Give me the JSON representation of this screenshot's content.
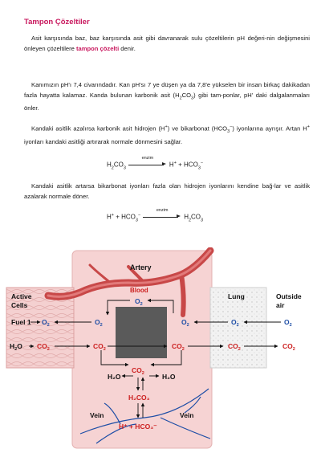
{
  "title": "Tampon Çözeltiler",
  "p1": {
    "text_before": "Asit karşısında baz, baz karşısında asit gibi davranarak sulu çözeltilerin pH değeri-nin değişmesini önleyen çözeltilere ",
    "highlight": "tampon çözelti",
    "text_after": " denir."
  },
  "p2": {
    "part1": "Kanımızın pH'ı 7,4 civarındadır. Kan pH'sı 7 ye düşen ya da 7,8'e yükselen bir insan birkaç dakikadan fazla hayatta kalamaz. Kanda bulunan karbonik asit (H",
    "sub1": "2",
    "part2": "CO",
    "sub2": "3",
    "part3": ") gibi tam-ponlar, pH' daki dalgalanmaları önler."
  },
  "p3": {
    "part1": "Kandaki asitlik azalırsa karbonik asit hidrojen (H",
    "sup1": "+",
    "part2": ") ve bikarbonat (HCO",
    "sub1": "3",
    "sup2": "−",
    "part3": ") iyonlarına ayrışır. Artan H",
    "sup3": "+",
    "part4": " iyonları kandaki asitliği artırarak normale dönmesini sağlar."
  },
  "eq1": {
    "left": "H",
    "left_sub": "2",
    "left_tail": "CO",
    "left_sub2": "3",
    "enzyme": "enzim",
    "right_h": "H",
    "right_h_sup": "+",
    "right_plus": " + HCO",
    "right_sub": "3",
    "right_sup": "−"
  },
  "p4": {
    "text": "Kandaki asitlik artarsa bikarbonat iyonları fazla olan hidrojen iyonlarını kendine bağ-lar ve asitlik azalarak normale döner."
  },
  "eq2": {
    "h": "H",
    "h_sup": "+",
    "plus": " + HCO",
    "hco_sub": "3",
    "hco_sup": "−",
    "enzyme": "enzim",
    "right": "H",
    "right_sub": "2",
    "right_tail": "CO",
    "right_sub2": "3"
  },
  "diagram": {
    "artery": "Artery",
    "blood": "Blood",
    "active_cells": [
      "Active",
      "Cells"
    ],
    "lung": "Lung",
    "outside_air": [
      "Outside",
      "air"
    ],
    "fuel": "Fuel 1",
    "h2o": "H",
    "o2": "O",
    "co2": "CO",
    "sub2": "2",
    "sub3": "3",
    "h2o_left": "H₂O",
    "h2o_right": "H₂O",
    "h2co3": "H₂CO₃",
    "hplus": "H⁺ + HCO₃⁻",
    "vein_left": "Vein",
    "vein_right": "Vein",
    "colors": {
      "red": "#cc1f1f",
      "blue": "#1e4ea6",
      "pink_bg": "#f6d3d3",
      "vessel": "#c84848",
      "box": "#5a5a5a"
    }
  }
}
